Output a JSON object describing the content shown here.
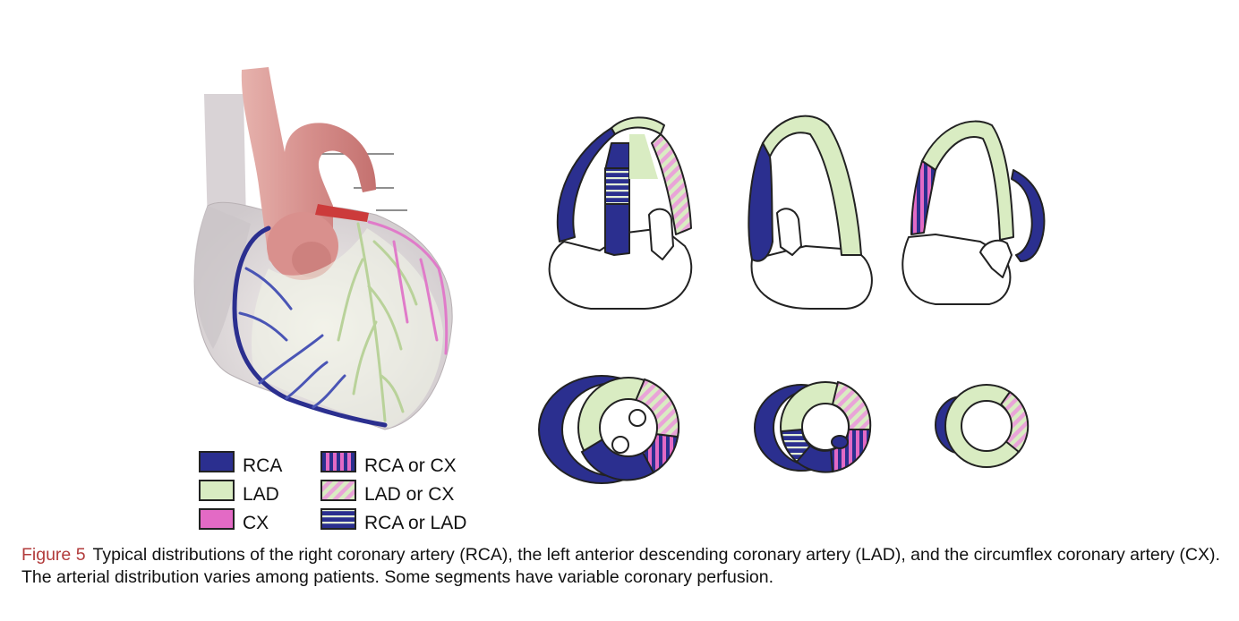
{
  "colors": {
    "rca": "#2b2f8f",
    "lad": "#d9ecc2",
    "cx": "#e36ac5",
    "outline": "#222222",
    "caption_label": "#b23b3b"
  },
  "legend": {
    "rca": "RCA",
    "lad": "LAD",
    "cx": "CX",
    "rca_or_cx": "RCA or CX",
    "lad_or_cx": "LAD or CX",
    "rca_or_lad": "RCA or LAD"
  },
  "caption": {
    "label": "Figure 5",
    "text": "Typical distributions of the right coronary artery (RCA), the left anterior descending coronary artery (LAD), and the circumflex coronary artery (CX). The arterial distribution varies among patients. Some segments have variable coronary perfusion."
  }
}
